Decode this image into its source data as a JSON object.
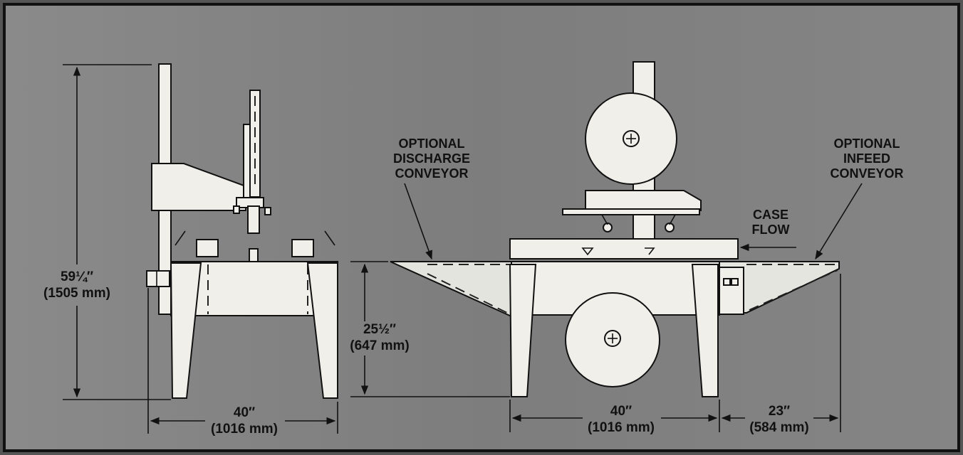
{
  "background": {
    "panel": "#7a7a7a",
    "frame": "#111111",
    "part_fill": "#f0efea"
  },
  "side_view": {
    "height_label": "59¼″",
    "height_metric": "(1505 mm)",
    "width_label": "40″",
    "width_metric": "(1016 mm)"
  },
  "front_view": {
    "discharge_label": [
      "OPTIONAL",
      "DISCHARGE",
      "CONVEYOR"
    ],
    "infeed_label": [
      "OPTIONAL",
      "INFEED",
      "CONVEYOR"
    ],
    "case_flow_label": [
      "CASE",
      "FLOW"
    ],
    "bed_height_label": "25½″",
    "bed_height_metric": "(647 mm)",
    "width_label": "40″",
    "width_metric": "(1016 mm)",
    "infeed_length_label": "23″",
    "infeed_length_metric": "(584 mm)"
  }
}
